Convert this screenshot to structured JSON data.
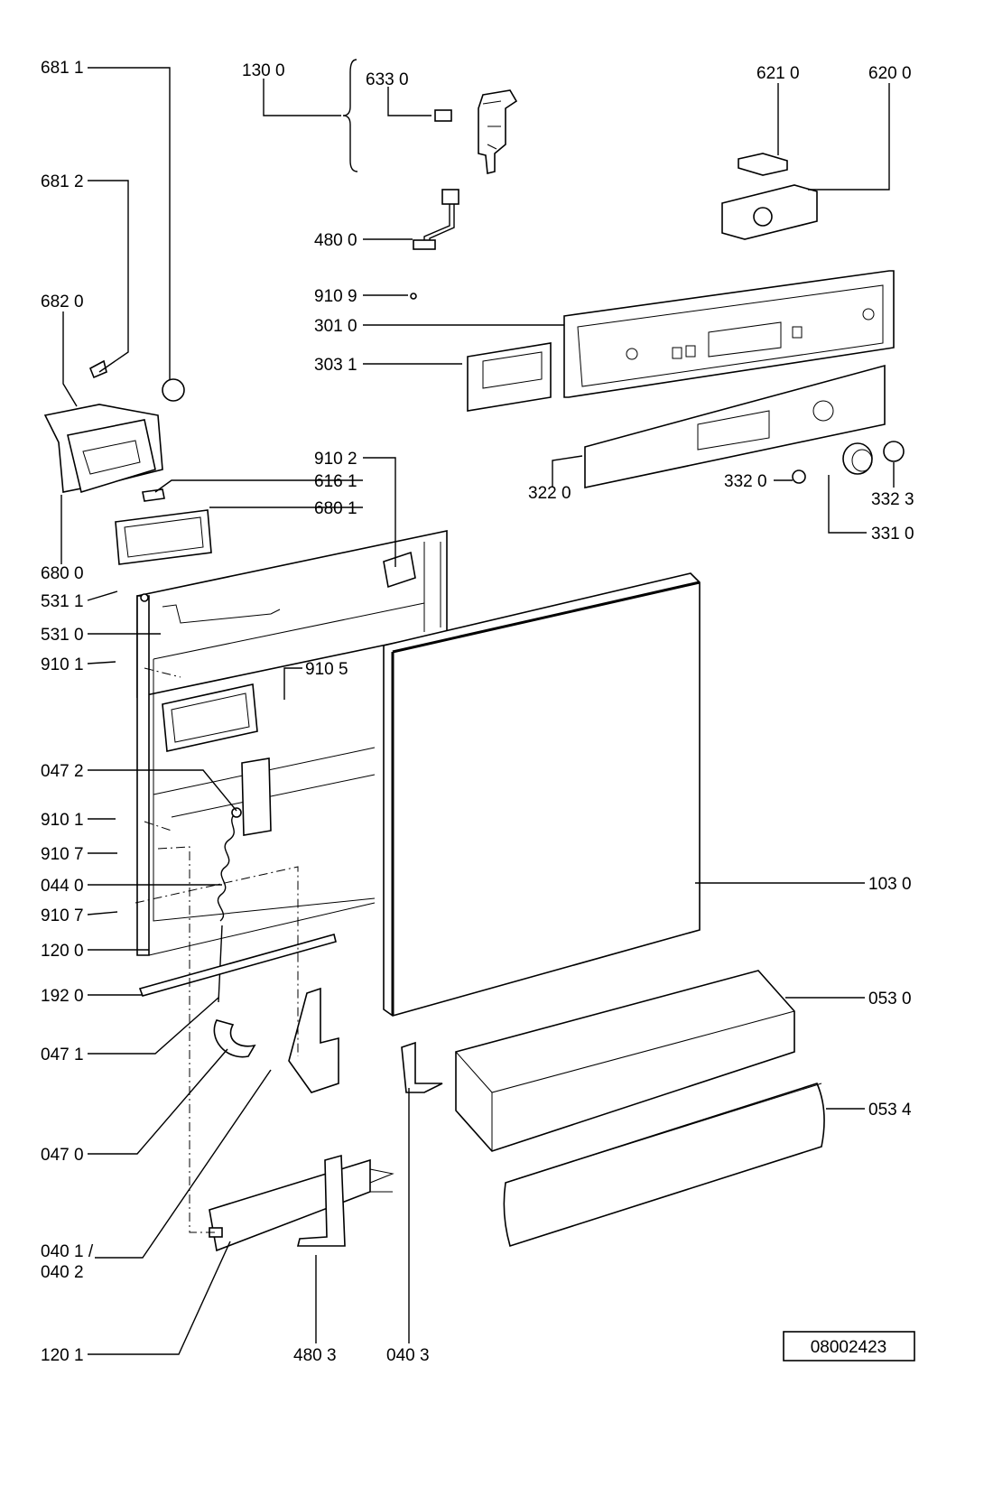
{
  "diagram": {
    "reference_number": "08002423",
    "labels": [
      "681 1",
      "130 0",
      "633 0",
      "621 0",
      "620 0",
      "681 2",
      "480 0",
      "910 9",
      "682 0",
      "301 0",
      "303 1",
      "910 2",
      "616 1",
      "322 0",
      "332 0",
      "332 3",
      "680 1",
      "331 0",
      "680 0",
      "531 1",
      "531 0",
      "910 1",
      "910 5",
      "047 2",
      "910 1",
      "910 7",
      "044 0",
      "910 7",
      "103 0",
      "120 0",
      "053 0",
      "192 0",
      "047 1",
      "053 4",
      "047 0",
      "040 1 /",
      "040 2",
      "120 1",
      "480 3",
      "040 3"
    ]
  }
}
